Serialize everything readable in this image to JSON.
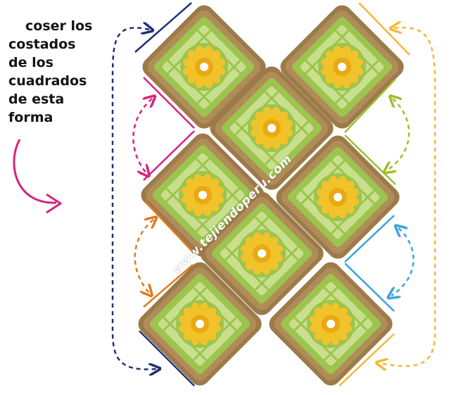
{
  "instruction": {
    "lines": [
      "coser los",
      "costados",
      "de los",
      "cuadrados",
      "de esta",
      "forma"
    ]
  },
  "watermark": "www.tejiendoperu.com",
  "colors": {
    "border_brown": "#9c7a49",
    "green": "#9cc44e",
    "light_green": "#c8e08e",
    "yellow": "#f2c22b",
    "navy": "#1f2f7a",
    "magenta": "#d8237d",
    "orange": "#e07a1c",
    "lime": "#9dbf2a",
    "sky": "#3aa4dc",
    "gold": "#f7b736"
  },
  "icons": {
    "pointer": "curved-arrow-icon",
    "seam": "seam-line",
    "sew_arrow": "dashed-double-arrow-icon"
  }
}
